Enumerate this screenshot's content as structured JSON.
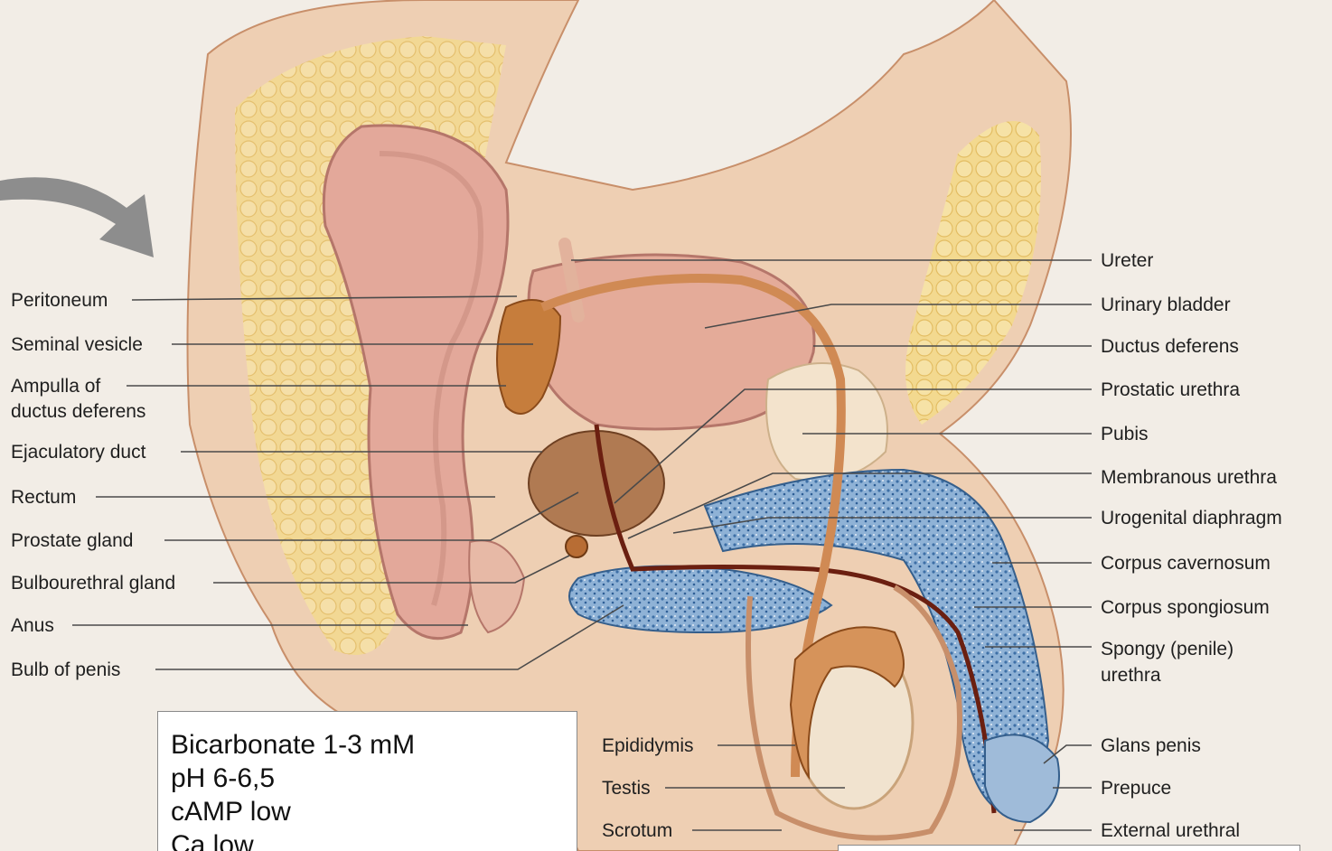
{
  "labels_left": {
    "peritoneum": "Peritoneum",
    "seminal_vesicle": "Seminal vesicle",
    "ampulla_line1": "Ampulla of",
    "ampulla_line2": "ductus deferens",
    "ejaculatory_duct": "Ejaculatory duct",
    "rectum": "Rectum",
    "prostate_gland": "Prostate gland",
    "bulbourethral_gland": "Bulbourethral gland",
    "anus": "Anus",
    "bulb_of_penis": "Bulb of penis"
  },
  "labels_right": {
    "ureter": "Ureter",
    "urinary_bladder": "Urinary bladder",
    "ductus_deferens": "Ductus deferens",
    "prostatic_urethra": "Prostatic urethra",
    "pubis": "Pubis",
    "membranous_urethra": "Membranous urethra",
    "urogenital_diaphragm": "Urogenital diaphragm",
    "corpus_cavernosum": "Corpus cavernosum",
    "corpus_spongiosum": "Corpus spongiosum",
    "spongy_urethra_line1": "Spongy (penile)",
    "spongy_urethra_line2": "urethra",
    "glans_penis": "Glans penis",
    "prepuce": "Prepuce",
    "external_urethral": "External urethral"
  },
  "labels_bottom": {
    "epididymis": "Epididymis",
    "testis": "Testis",
    "scrotum": "Scrotum"
  },
  "info_box": {
    "line1": "Bicarbonate 1-3 mM",
    "line2": "pH 6-6,5",
    "line3": "cAMP low",
    "line4": "Ca low"
  },
  "colors": {
    "background": "#f2ede6",
    "tissue_pink": "#e9b7a0",
    "fat_yellow": "#f1cf7f",
    "erectile_blue": "#7fa6cf",
    "duct_brown": "#c0703a",
    "leader_line": "#4a4a4a"
  }
}
